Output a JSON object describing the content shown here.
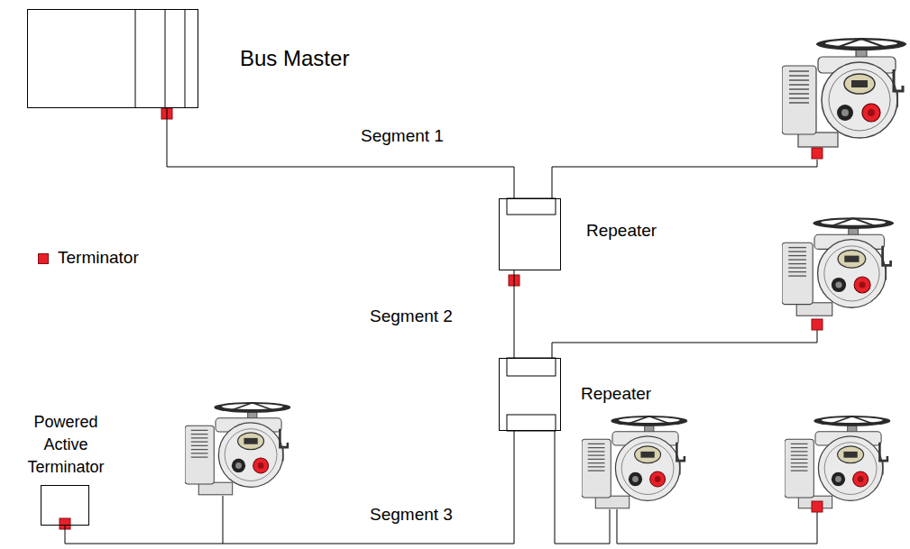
{
  "diagram": {
    "nodes": [
      {
        "text": [
          "Bus Master"
        ]
      },
      {
        "text": [
          "Repeater"
        ]
      },
      {
        "text": [
          "Repeater"
        ]
      },
      {
        "text": [
          "Powered Active Terminator"
        ]
      }
    ],
    "edges": [
      {
        "from": 0,
        "to": 1,
        "arrow": "none",
        "label": "Segment 1"
      },
      {
        "from": 1,
        "to": 2,
        "arrow": "none",
        "label": "Segment 2"
      },
      {
        "from": 2,
        "to": 3,
        "arrow": "none",
        "label": "Segment 3"
      }
    ],
    "legend": [
      {
        "text": "Terminator",
        "color": "#e8202a"
      }
    ]
  }
}
